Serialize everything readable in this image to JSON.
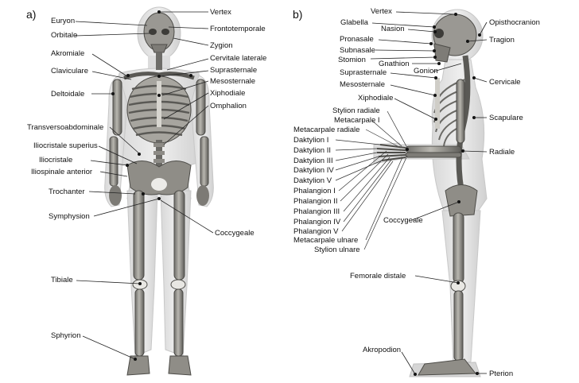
{
  "panels": {
    "a": "a)",
    "b": "b)"
  },
  "front": {
    "left_labels": {
      "euryon": "Euryon",
      "orbitale": "Orbitale",
      "akromiale": "Akromiale",
      "claviculare": "Claviculare",
      "deltoidale": "Deltoidale",
      "transversoabdominale": "Transversoabdominale",
      "iliocristale_superius": "Iliocristale superius",
      "iliocristale": "Iliocristale",
      "iliospinale_anterior": "Iliospinale anterior",
      "trochanter": "Trochanter",
      "symphysion": "Symphysion",
      "tibiale": "Tibiale",
      "sphyrion": "Sphyrion"
    },
    "right_labels": {
      "vertex": "Vertex",
      "frontotemporale": "Frontotemporale",
      "zygion": "Zygion",
      "cervitale_laterale": "Cervitale laterale",
      "suprasternale": "Suprasternale",
      "mesosternale": "Mesosternale",
      "xiphodiale": "Xiphodiale",
      "omphalion": "Omphalion",
      "coccygeale": "Coccygeale"
    }
  },
  "side": {
    "top_labels": {
      "vertex": "Vertex",
      "glabella": "Glabella",
      "nasion": "Nasion",
      "pronasale": "Pronasale",
      "subnasale": "Subnasale",
      "stomion": "Stomion",
      "gnathion": "Gnathion",
      "suprasternale": "Suprasternale",
      "gonion": "Gonion",
      "mesosternale": "Mesosternale",
      "xiphodiale": "Xiphodiale"
    },
    "hand_labels": [
      "Stylion radiale",
      "Metacarpale I",
      "Metacarpale radiale",
      "Daktylion I",
      "Daktylion II",
      "Daktylion III",
      "Daktylion IV",
      "Daktylion V",
      "Phalangion I",
      "Phalangion II",
      "Phalangion III",
      "Phalangion IV",
      "Phalangion V",
      "Metacarpale ulnare",
      "Stylion ulnare"
    ],
    "right_labels": {
      "opisthocranion": "Opisthocranion",
      "tragion": "Tragion",
      "cervicale": "Cervicale",
      "scapulare": "Scapulare",
      "radiale": "Radiale",
      "coccygeale": "Coccygeale",
      "femorale_distale": "Femorale distale",
      "akropodion": "Akropodion",
      "pterion": "Pterion"
    }
  }
}
